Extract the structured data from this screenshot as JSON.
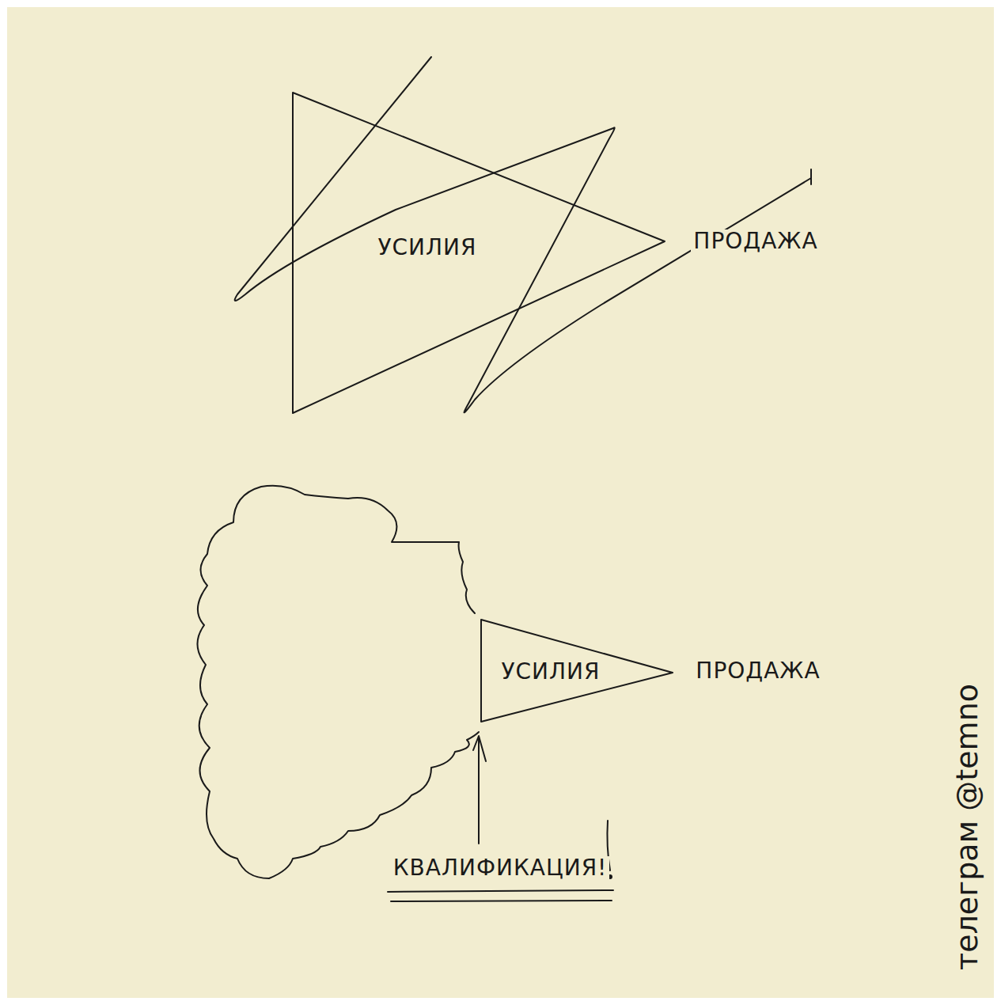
{
  "diagram": {
    "nodes": [
      {
        "text": [
          "УСИЛИЯ"
        ]
      },
      {
        "text": [
          "УСИЛИЯ"
        ]
      }
    ],
    "labels": [
      "ПРОДАЖА",
      "ПРОДАЖА",
      "КВАЛИФИКАЦИЯ!",
      "телеграм @temno"
    ]
  }
}
